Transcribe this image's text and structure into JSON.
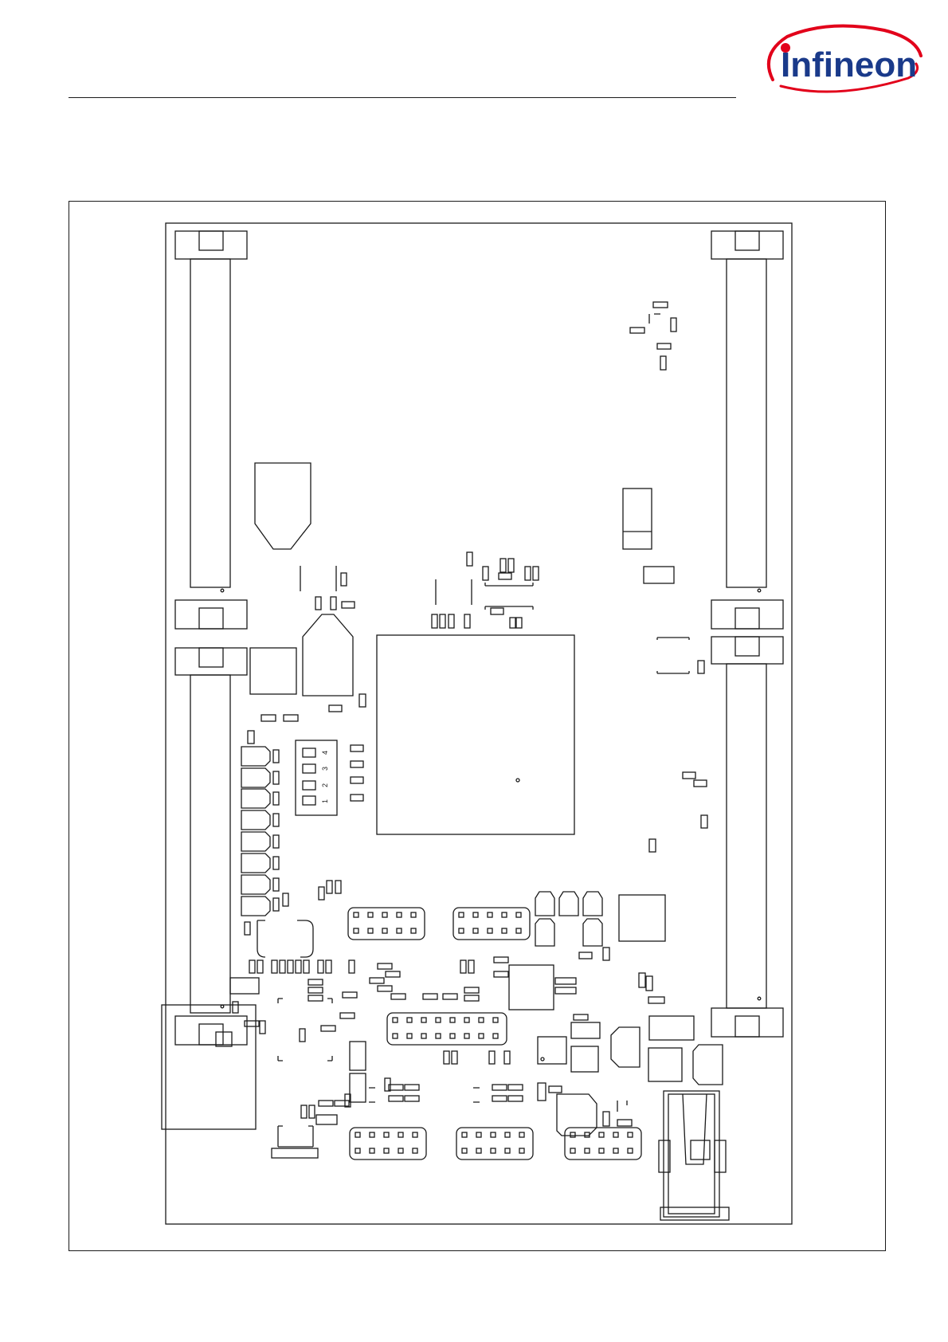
{
  "header": {
    "logo_text": "Infineon",
    "brand_color": "#e2001a",
    "logo_text_color": "#1a3a8a"
  },
  "figure": {
    "board_outline_color": "#1a1a1a",
    "dip_switch_labels": [
      "1",
      "2",
      "3",
      "4"
    ]
  }
}
